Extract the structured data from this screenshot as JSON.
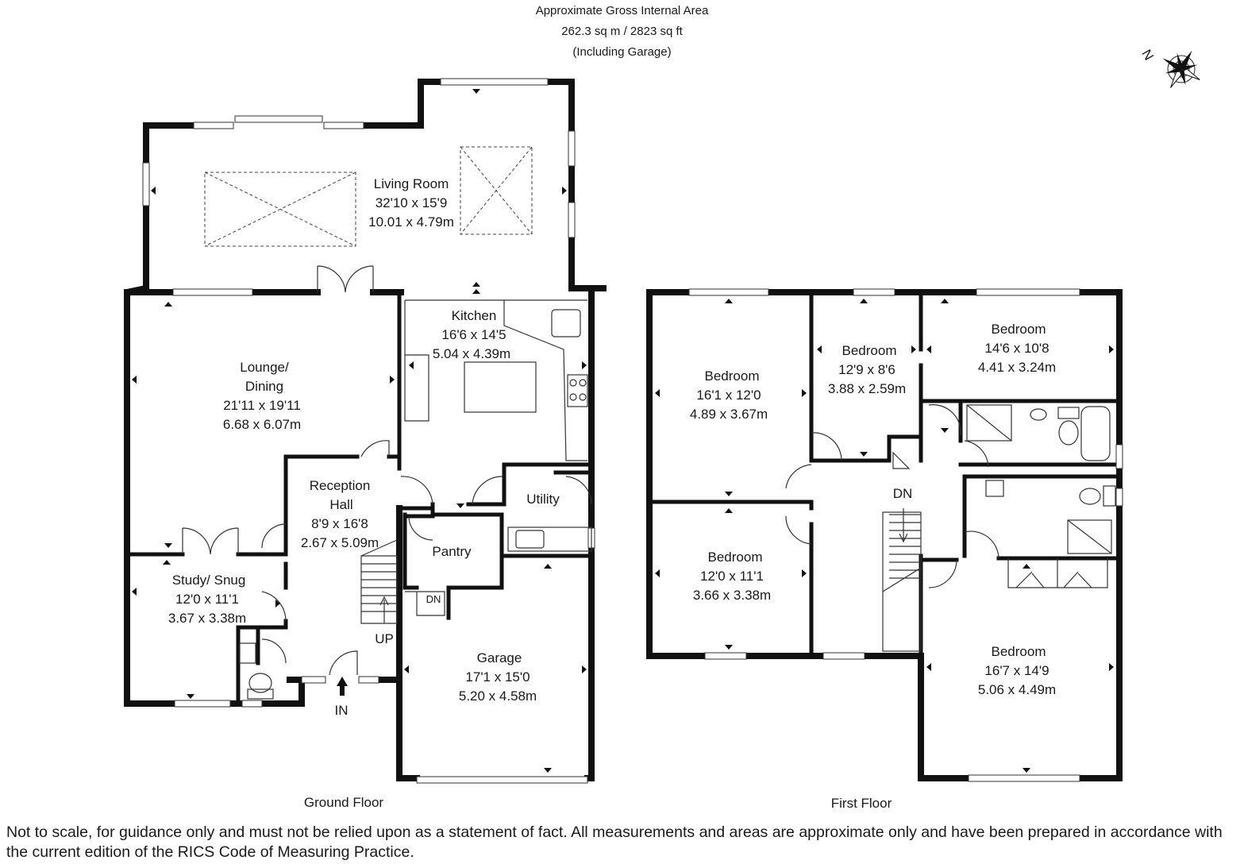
{
  "header": {
    "line1": "Approximate Gross Internal Area",
    "line2": "262.3 sq m / 2823 sq ft",
    "line3": "(Including Garage)"
  },
  "compass": {
    "label": "N",
    "icon": "compass-rose-icon"
  },
  "ground_floor": {
    "title": "Ground Floor",
    "entrance": "IN",
    "stairs_up": "UP",
    "stairs_down": "DN",
    "rooms": [
      {
        "name": "Living Room",
        "imperial": "32'10 x 15'9",
        "metric": "10.01 x 4.79m"
      },
      {
        "name": "Kitchen",
        "imperial": "16'6 x 14'5",
        "metric": "5.04 x 4.39m"
      },
      {
        "name": "Lounge/",
        "name2": "Dining",
        "imperial": "21'11 x 19'11",
        "metric": "6.68 x 6.07m"
      },
      {
        "name": "Reception",
        "name2": "Hall",
        "imperial": "8'9 x 16'8",
        "metric": "2.67 x 5.09m"
      },
      {
        "name": "Utility"
      },
      {
        "name": "Pantry"
      },
      {
        "name": "Study/ Snug",
        "imperial": "12'0 x 11'1",
        "metric": "3.67 x 3.38m"
      },
      {
        "name": "Garage",
        "imperial": "17'1 x 15'0",
        "metric": "5.20 x 4.58m"
      }
    ]
  },
  "first_floor": {
    "title": "First Floor",
    "stairs_down": "DN",
    "rooms": [
      {
        "name": "Bedroom",
        "imperial": "16'1 x 12'0",
        "metric": "4.89 x 3.67m"
      },
      {
        "name": "Bedroom",
        "imperial": "12'9 x 8'6",
        "metric": "3.88 x 2.59m"
      },
      {
        "name": "Bedroom",
        "imperial": "14'6 x 10'8",
        "metric": "4.41 x 3.24m"
      },
      {
        "name": "Bedroom",
        "imperial": "12'0 x 11'1",
        "metric": "3.66 x 3.38m"
      },
      {
        "name": "Bedroom",
        "imperial": "16'7 x 14'9",
        "metric": "5.06 x 4.49m"
      }
    ]
  },
  "disclaimer": "Not to scale, for guidance only and must not be relied upon as a statement of fact. All measurements and areas are approximate only and have been prepared in accordance with the current edition of the RICS Code of Measuring Practice."
}
